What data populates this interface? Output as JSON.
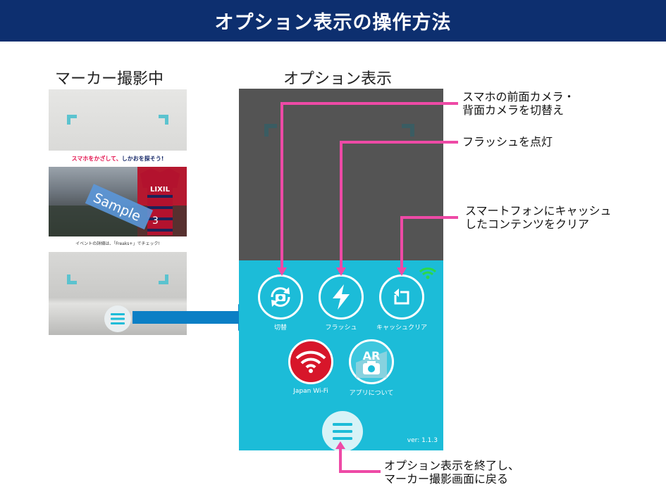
{
  "header": {
    "title": "オプション表示の操作方法"
  },
  "labels": {
    "left": "マーカー撮影中",
    "right": "オプション表示"
  },
  "flyer": {
    "headline_pink": "スマホをかざして、",
    "headline_navy": "しかおを探そう!",
    "sample": "Sample",
    "jersey_text": "LIXIL",
    "jersey_number": "3",
    "footer": "イベントの詳細は、「Freaks+」でチェック!"
  },
  "options": [
    {
      "label": "切替",
      "icon": "camera-switch-icon"
    },
    {
      "label": "フラッシュ",
      "icon": "flash-icon"
    },
    {
      "label": "キャッシュクリア",
      "icon": "cache-clear-icon"
    },
    {
      "label": "Japan Wi-Fi",
      "icon": "japan-wifi-icon"
    },
    {
      "label": "アプリについて",
      "icon": "ar-camera-icon",
      "badge": "AR"
    }
  ],
  "version": "ver: 1.1.3",
  "annotations": {
    "camera_switch": [
      "スマホの前面カメラ・",
      "背面カメラを切替え"
    ],
    "flash": [
      "フラッシュを点灯"
    ],
    "cache_clear": [
      "スマートフォンにキャッシュ",
      "したコンテンツをクリア"
    ],
    "close_option": [
      "オプション表示を終了し、",
      "マーカー撮影画面に戻る"
    ]
  },
  "colors": {
    "header_bg": "#0d2f6f",
    "panel_bg": "#1cbcd8",
    "callout_line": "#ee4aa6",
    "arrow_blue": "#0b7fc5",
    "wifi_green": "#2bd84a",
    "wifi_red": "#d7162a"
  }
}
